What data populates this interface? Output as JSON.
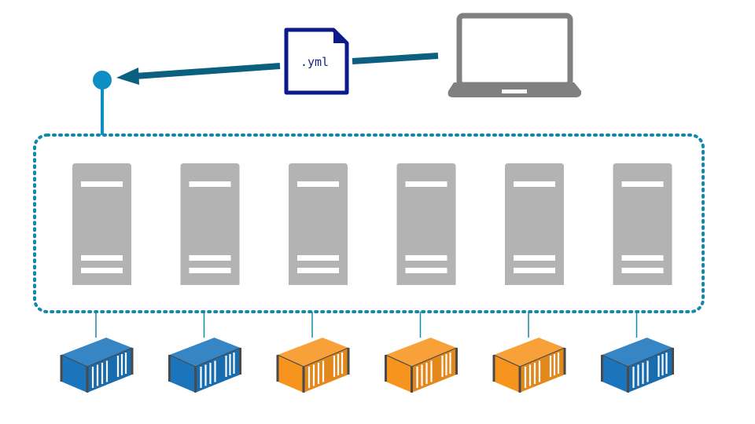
{
  "file": {
    "label": ".yml",
    "icon": "yaml-file-icon"
  },
  "laptop": {
    "icon": "laptop-icon"
  },
  "endpoint": {
    "icon": "api-endpoint-icon"
  },
  "cluster": {
    "icon": "cluster-boundary",
    "servers": [
      {
        "icon": "server-icon"
      },
      {
        "icon": "server-icon"
      },
      {
        "icon": "server-icon"
      },
      {
        "icon": "server-icon"
      },
      {
        "icon": "server-icon"
      },
      {
        "icon": "server-icon"
      }
    ]
  },
  "containers": [
    {
      "icon": "container-icon",
      "status": "default",
      "color": "#1b75bc"
    },
    {
      "icon": "container-icon",
      "status": "default",
      "color": "#1b75bc"
    },
    {
      "icon": "container-icon",
      "status": "changed",
      "color": "#f7941d"
    },
    {
      "icon": "container-icon",
      "status": "changed",
      "color": "#f7941d"
    },
    {
      "icon": "container-icon",
      "status": "changed",
      "color": "#f7941d"
    },
    {
      "icon": "container-icon",
      "status": "default",
      "color": "#1b75bc"
    }
  ],
  "colors": {
    "arrow": "#0b5f7f",
    "endpoint": "#0e8fc4",
    "cluster_border": "#1488a8",
    "server": "#b3b3b3",
    "laptop": "#808080",
    "file_border": "#0d1a8c"
  }
}
